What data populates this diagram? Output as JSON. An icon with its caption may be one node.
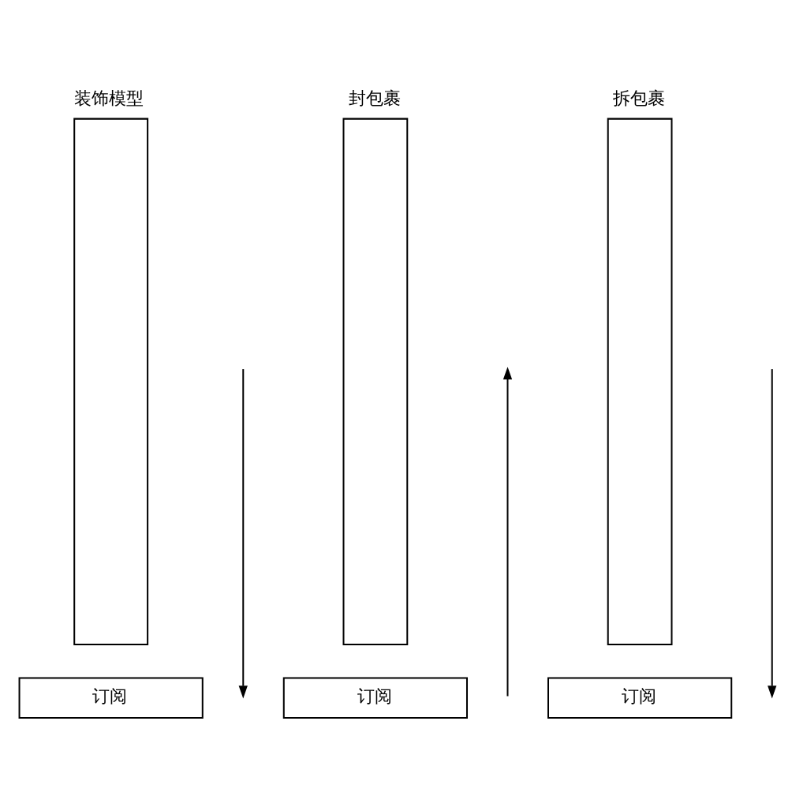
{
  "diagram": {
    "nodes": [
      {
        "text": [
          "装饰模型"
        ]
      },
      {
        "text": [
          "封包裹"
        ]
      },
      {
        "text": [
          "拆包裹"
        ]
      },
      {
        "text": [
          "订阅"
        ]
      },
      {
        "text": [
          "订阅"
        ]
      },
      {
        "text": [
          "订阅"
        ]
      }
    ]
  }
}
